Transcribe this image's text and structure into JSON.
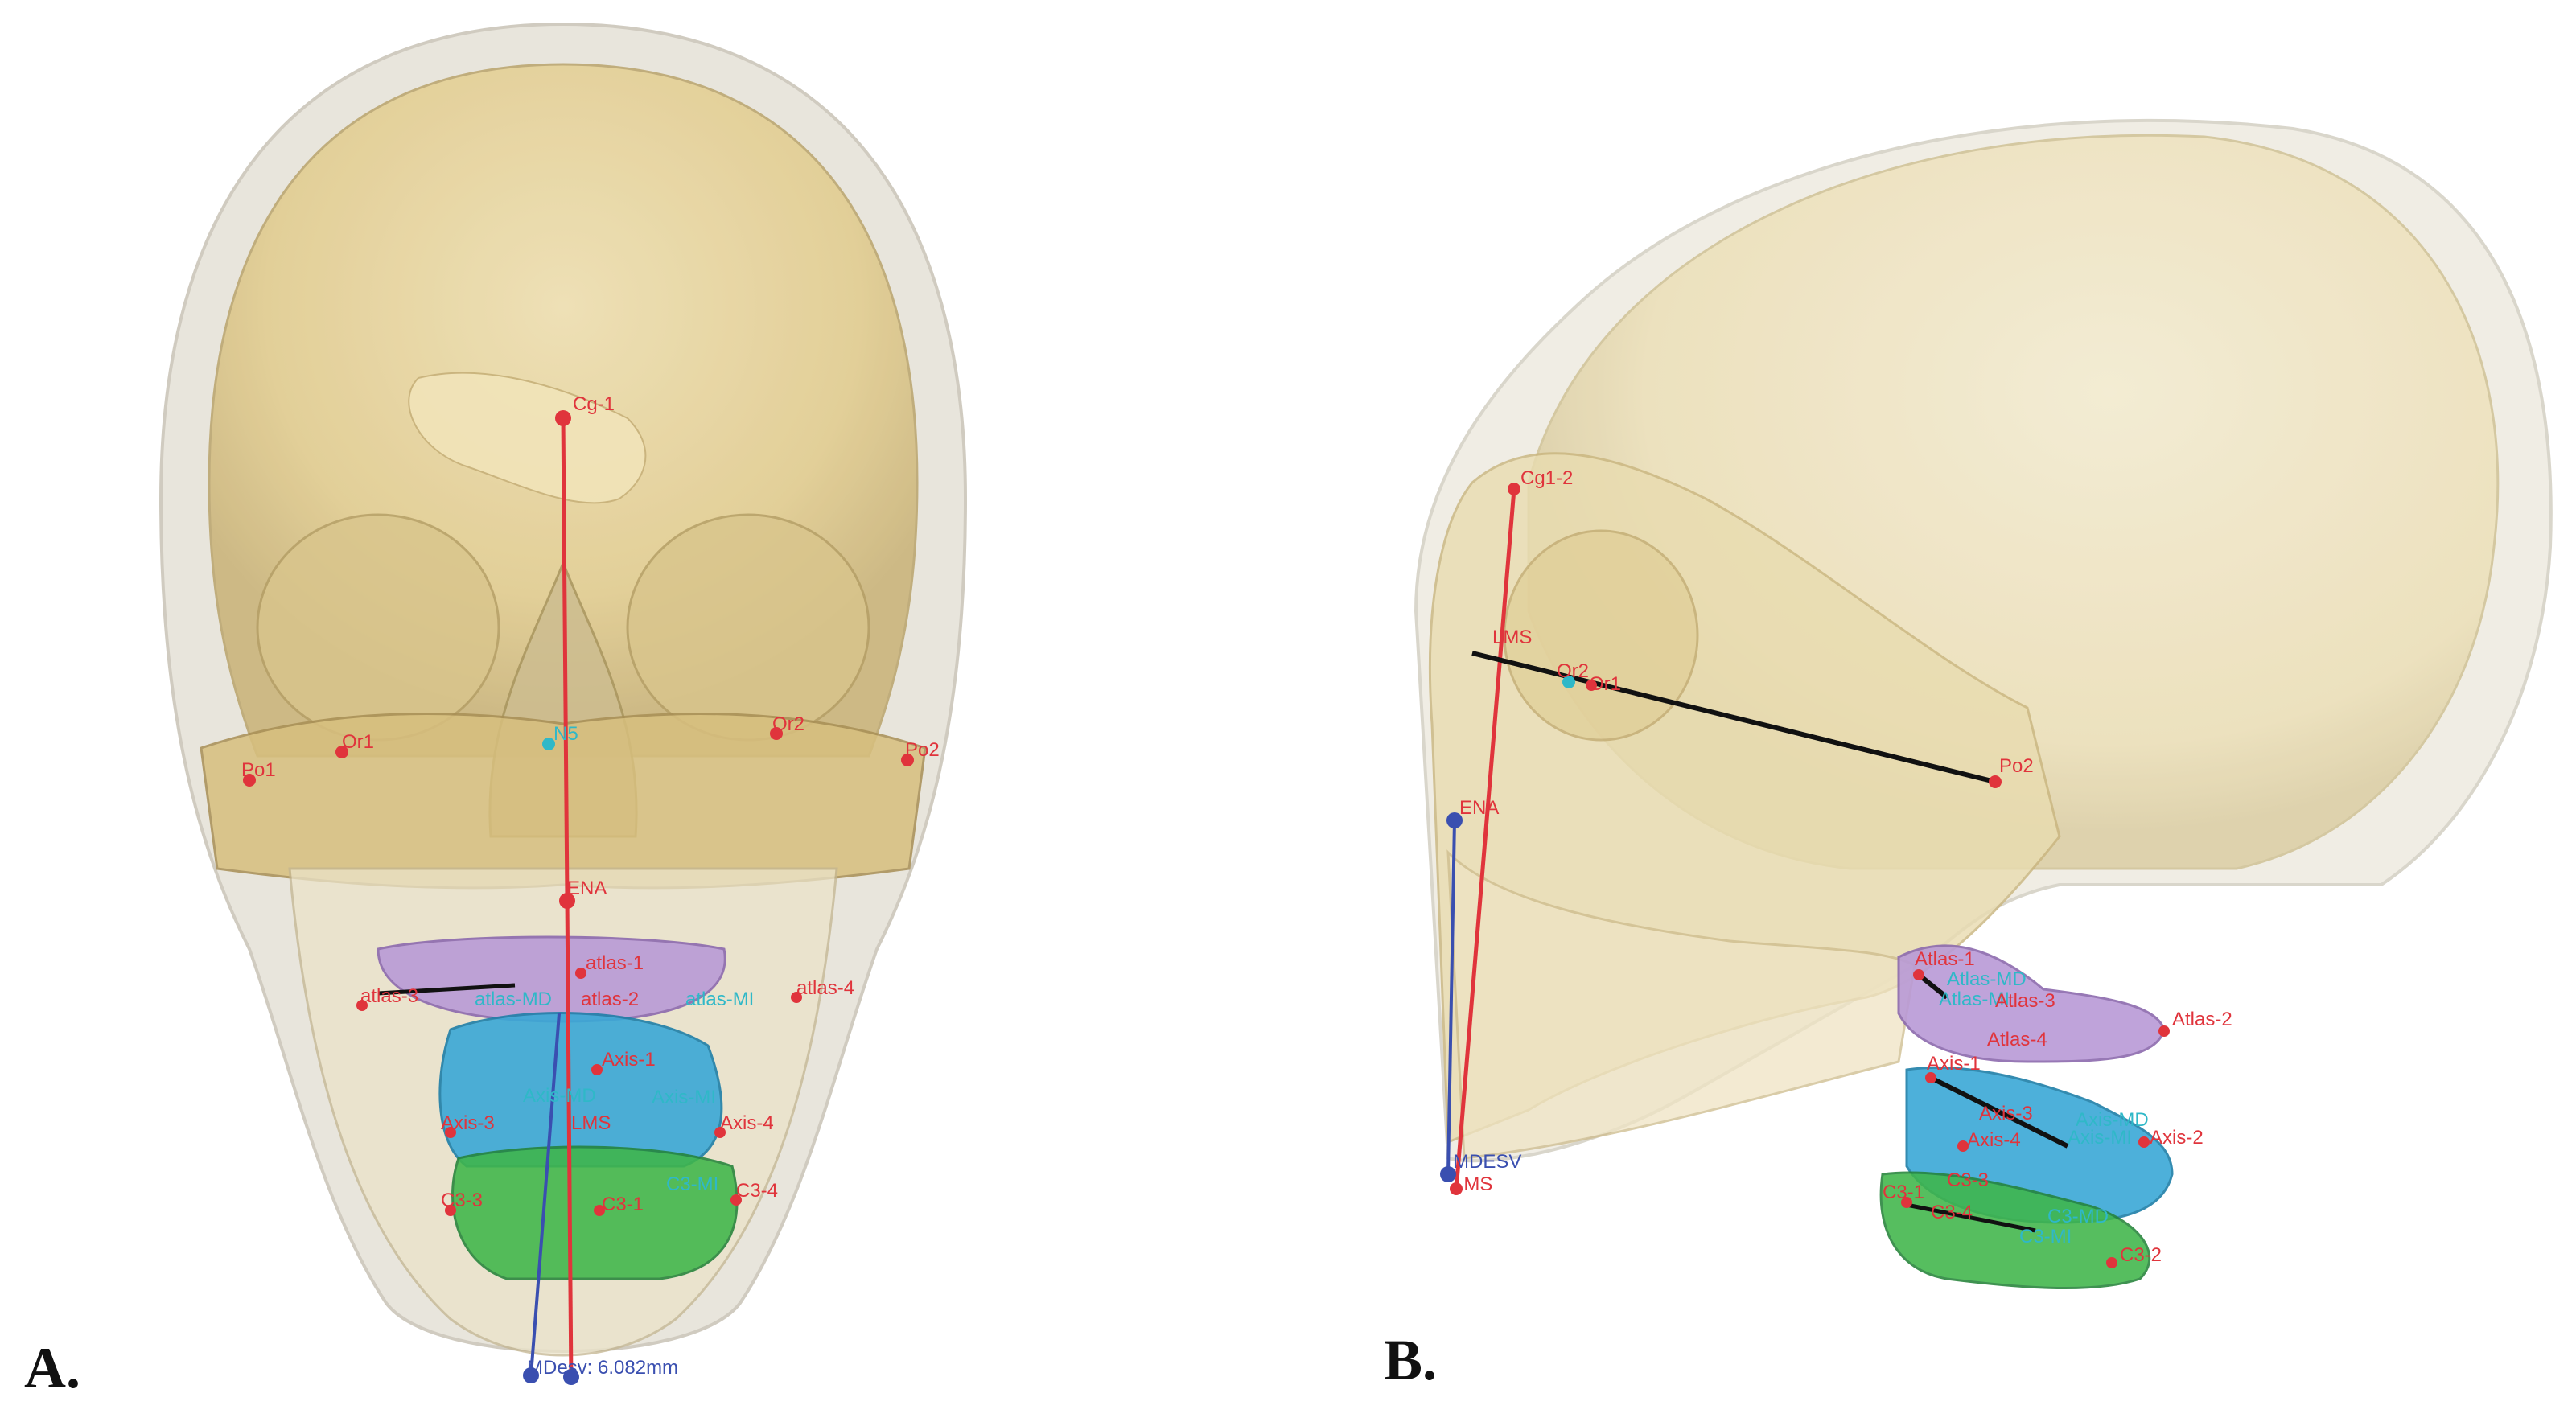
{
  "panels": [
    {
      "letter": "A.",
      "view": "frontal",
      "landmarks": {
        "cg": "Cg-1",
        "po1": "Po1",
        "or1": "Or1",
        "or2": "Or2",
        "po2": "Po2",
        "n5": "N5",
        "ena": "ENA",
        "atlas1": "atlas-1",
        "atlas2": "atlas-2",
        "atlas3": "atlas-3",
        "atlas4": "atlas-4",
        "atlas_md": "atlas-MD",
        "atlas_mi": "atlas-MI",
        "axis1": "Axis-1",
        "axis3": "Axis-3",
        "axis4": "Axis-4",
        "axis_md": "Axis-MD",
        "axis_mi": "Axis-MI",
        "lms": "LMS",
        "c3_1": "C3-1",
        "c3_3": "C3-3",
        "c3_4": "C3-4",
        "c3_mi": "C3-MI",
        "measure": "MDesv: 6.082mm"
      }
    },
    {
      "letter": "B.",
      "view": "lateral",
      "landmarks": {
        "cg": "Cg1-2",
        "lms": "LMS",
        "or2": "Or2",
        "or1": "Or1",
        "po2": "Po2",
        "ena": "ENA",
        "atlas1": "Atlas-1",
        "atlas_md": "Atlas-MD",
        "atlas_mi": "Atlas-MI",
        "atlas3": "Atlas-3",
        "atlas2": "Atlas-2",
        "atlas4": "Atlas-4",
        "axis1": "Axis-1",
        "axis3": "Axis-3",
        "axis_md": "Axis-MD",
        "axis4": "Axis-4",
        "axis_mi": "Axis-MI",
        "axis2": "Axis-2",
        "c3_1": "C3-1",
        "c3_3": "C3-3",
        "c3_4": "C3-4",
        "c3_md": "C3-MD",
        "c3_mi": "C3-MI",
        "c3_2": "C3-2",
        "mdesv": "MDESV",
        "lms_low": "LMS"
      }
    }
  ],
  "colors": {
    "skull": "#ecdcae",
    "skin": "#e7e3d8",
    "atlas": "#b99ad6",
    "axis": "#3aa8d6",
    "c3": "#3fb64a",
    "landmark_red": "#e0343c",
    "landmark_cyan": "#2fb8c8",
    "landmark_blue": "#3a4fb0",
    "plane_line": "#111111"
  }
}
